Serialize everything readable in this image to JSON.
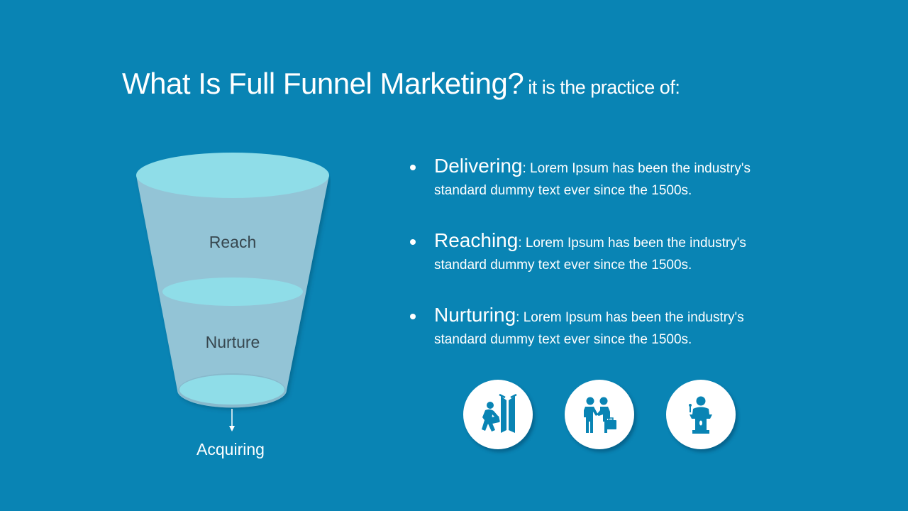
{
  "slide": {
    "title": "What Is Full Funnel Marketing?",
    "subtitle": "it is the practice of:",
    "colors": {
      "background": "#0984b4",
      "funnel_body": "#93c4d6",
      "funnel_rim": "#8fdde8",
      "funnel_label": "#37474f",
      "icon_fill": "#0984b4"
    }
  },
  "funnel": {
    "stages": [
      {
        "label": "Reach"
      },
      {
        "label": "Nurture"
      }
    ],
    "output_label": "Acquiring",
    "arrow_icon": "arrow-down-icon"
  },
  "bullets": [
    {
      "term": "Delivering",
      "text_line1": ": Lorem Ipsum has been the industry's",
      "text_line2": "standard dummy text ever since the 1500s."
    },
    {
      "term": "Reaching",
      "text_line1": ": Lorem Ipsum has been the industry's",
      "text_line2": "standard dummy text ever since the 1500s."
    },
    {
      "term": "Nurturing",
      "text_line1": ": Lorem Ipsum has been the industry's",
      "text_line2": "standard dummy text ever since the 1500s."
    }
  ],
  "icons": [
    {
      "name": "delivery-person-door-icon"
    },
    {
      "name": "handshake-icon"
    },
    {
      "name": "speaker-podium-icon"
    }
  ]
}
